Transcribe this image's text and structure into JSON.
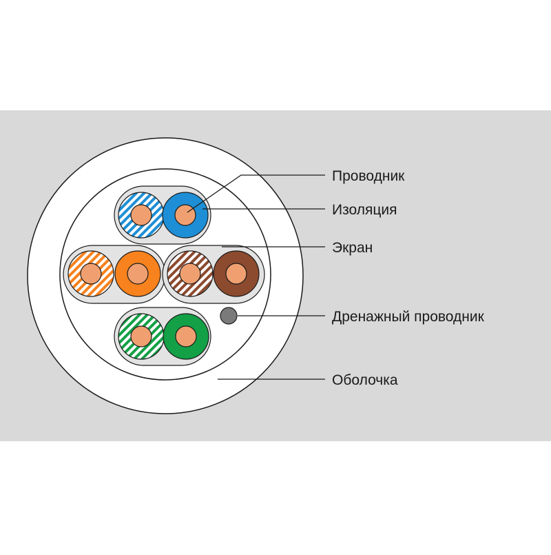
{
  "labels": {
    "conductor": "Проводник",
    "insulation": "Изоляция",
    "shield": "Экран",
    "drain_wire": "Дренажный проводник",
    "jacket": "Оболочка"
  },
  "colors": {
    "background_band": "#d9d9d9",
    "outer_white": "#ffffff",
    "outline": "#1a1a1a",
    "pair_shield_fill": "#e3e3e3",
    "copper": "#f0a070",
    "blue": "#1e8fd6",
    "orange": "#f7821e",
    "brown": "#8c4a2f",
    "green": "#14a046",
    "drain_wire": "#7a7a7a"
  },
  "pairs": [
    {
      "name": "blue-pair",
      "color_key": "blue"
    },
    {
      "name": "orange-pair",
      "color_key": "orange"
    },
    {
      "name": "brown-pair",
      "color_key": "brown"
    },
    {
      "name": "green-pair",
      "color_key": "green"
    }
  ]
}
